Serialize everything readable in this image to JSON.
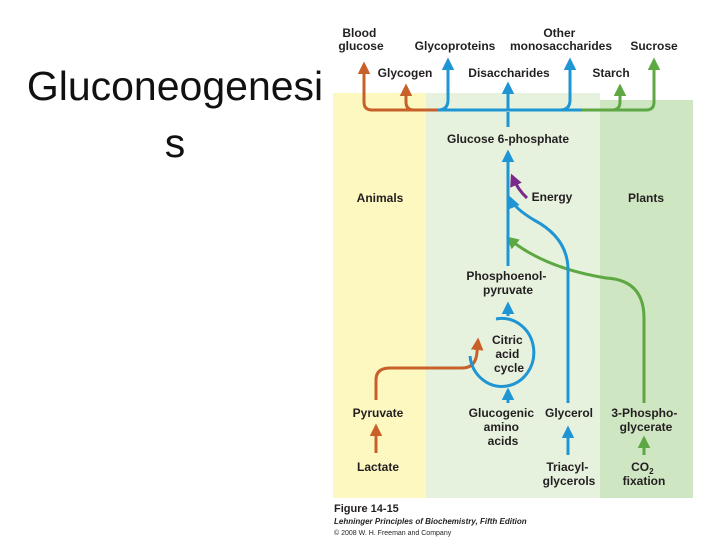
{
  "slide": {
    "title_line1": "Gluconeogenesi",
    "title_line2": "s"
  },
  "diagram": {
    "top_products": {
      "blood_glucose": [
        "Blood",
        "glucose"
      ],
      "glycoproteins": "Glycoproteins",
      "other_monosaccharides": [
        "Other",
        "monosaccharides"
      ],
      "sucrose": "Sucrose",
      "glycogen": "Glycogen",
      "disaccharides": "Disaccharides",
      "starch": "Starch"
    },
    "nodes": {
      "glucose_6_phosphate": "Glucose 6-phosphate",
      "energy": "Energy",
      "phosphoenolpyruvate": [
        "Phosphoenol-",
        "pyruvate"
      ],
      "citric_acid_cycle": [
        "Citric",
        "acid",
        "cycle"
      ],
      "pyruvate": "Pyruvate",
      "lactate": "Lactate",
      "glucogenic_amino_acids": [
        "Glucogenic",
        "amino",
        "acids"
      ],
      "glycerol": "Glycerol",
      "triacylglycerols": [
        "Triacyl-",
        "glycerols"
      ],
      "three_phosphoglycerate": [
        "3-Phospho-",
        "glycerate"
      ],
      "co2_fixation": [
        "CO",
        "2",
        "fixation"
      ]
    },
    "regions": {
      "animals": "Animals",
      "plants": "Plants"
    },
    "caption": {
      "figure": "Figure 14-15",
      "source": "Lehninger Principles of Biochemistry, Fifth Edition",
      "copyright": "© 2008 W. H. Freeman and Company"
    },
    "colors": {
      "animal_bg": "#fdf8c0",
      "shared_bg": "#e6f2de",
      "plant_bg": "#cfe6c2",
      "animal_path": "#c8602a",
      "common_path": "#1f96d3",
      "plant_path": "#5da843",
      "energy_path": "#7a2a8a"
    }
  }
}
